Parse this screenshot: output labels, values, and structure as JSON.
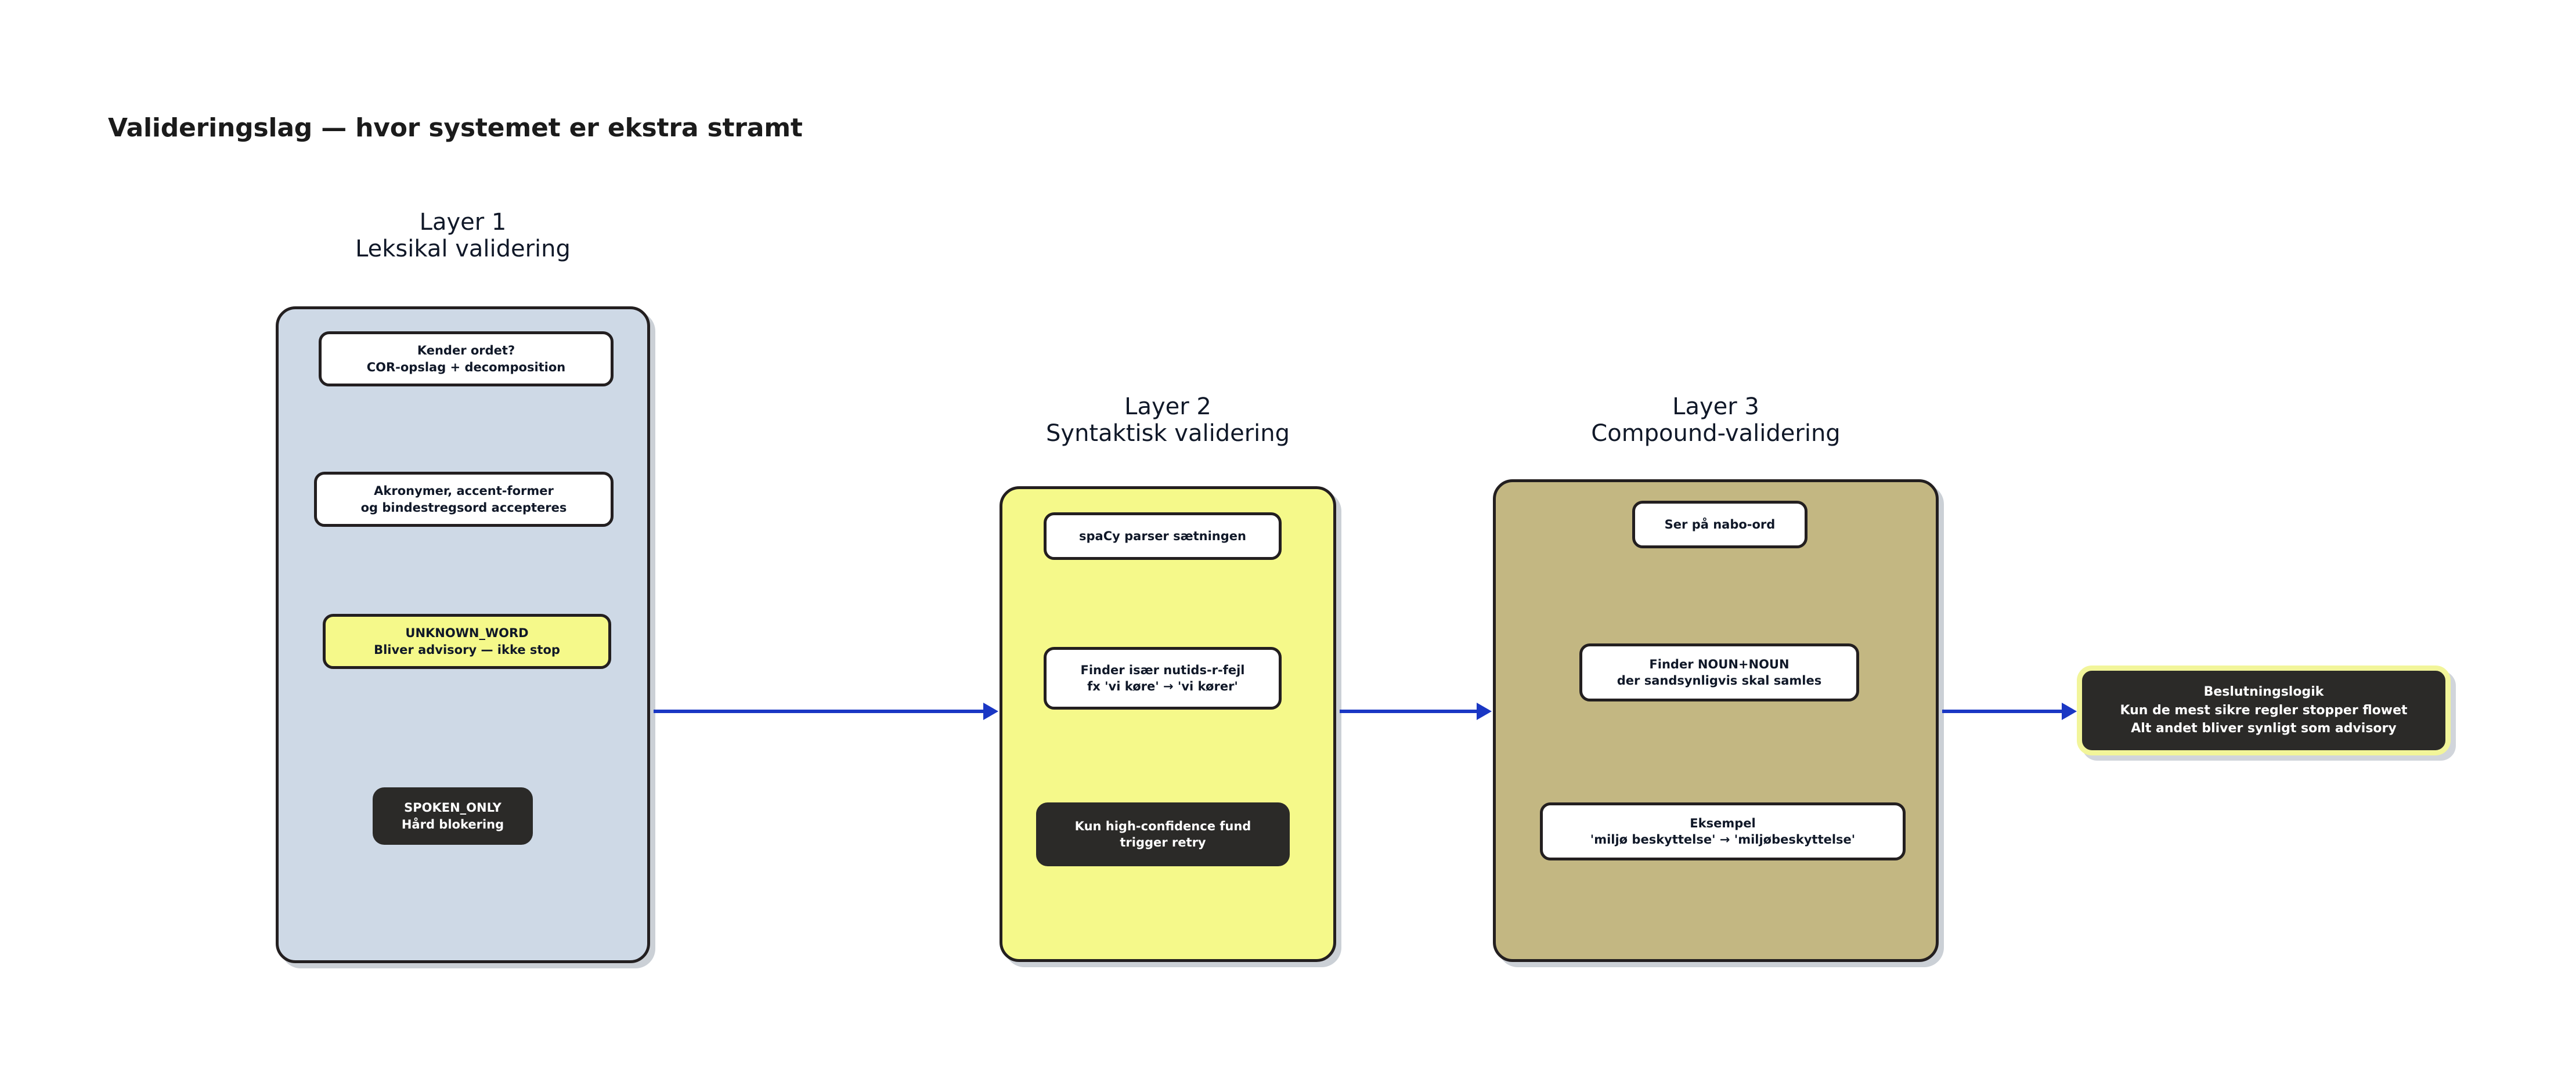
{
  "title": "Valideringslag — hvor systemet er ekstra stramt",
  "layers": [
    {
      "heading": "Layer 1\nLeksikal validering",
      "panel_color": "#ced9e6",
      "cards": [
        {
          "text": "Kender ordet?\nCOR-opslag + decomposition",
          "style": "white"
        },
        {
          "text": "Akronymer, accent-former\nog bindestregsord accepteres",
          "style": "white"
        },
        {
          "text": "UNKNOWN_WORD\nBliver advisory — ikke stop",
          "style": "yellow"
        },
        {
          "text": "SPOKEN_ONLY\nHård blokering",
          "style": "dark"
        }
      ]
    },
    {
      "heading": "Layer 2\nSyntaktisk validering",
      "panel_color": "#f5f98a",
      "cards": [
        {
          "text": "spaCy parser sætningen",
          "style": "white"
        },
        {
          "text": "Finder især nutids-r-fejl\nfx 'vi køre' → 'vi kører'",
          "style": "white"
        },
        {
          "text": "Kun high-confidence fund\ntrigger retry",
          "style": "dark"
        }
      ]
    },
    {
      "heading": "Layer 3\nCompound-validering",
      "panel_color": "#c3b782",
      "cards": [
        {
          "text": "Ser på nabo-ord",
          "style": "white"
        },
        {
          "text": "Finder NOUN+NOUN\nder sandsynligvis skal samles",
          "style": "white"
        },
        {
          "text": "Eksempel\n'miljø beskyttelse' → 'miljøbeskyttelse'",
          "style": "white"
        }
      ]
    }
  ],
  "decision": {
    "text": "Beslutningslogik\nKun de mest sikre regler stopper flowet\nAlt andet bliver synligt som advisory",
    "fill_color": "#2b2a28",
    "border_color": "#f2f59a"
  },
  "arrows": {
    "color": "#1a37c4",
    "count": 3
  }
}
